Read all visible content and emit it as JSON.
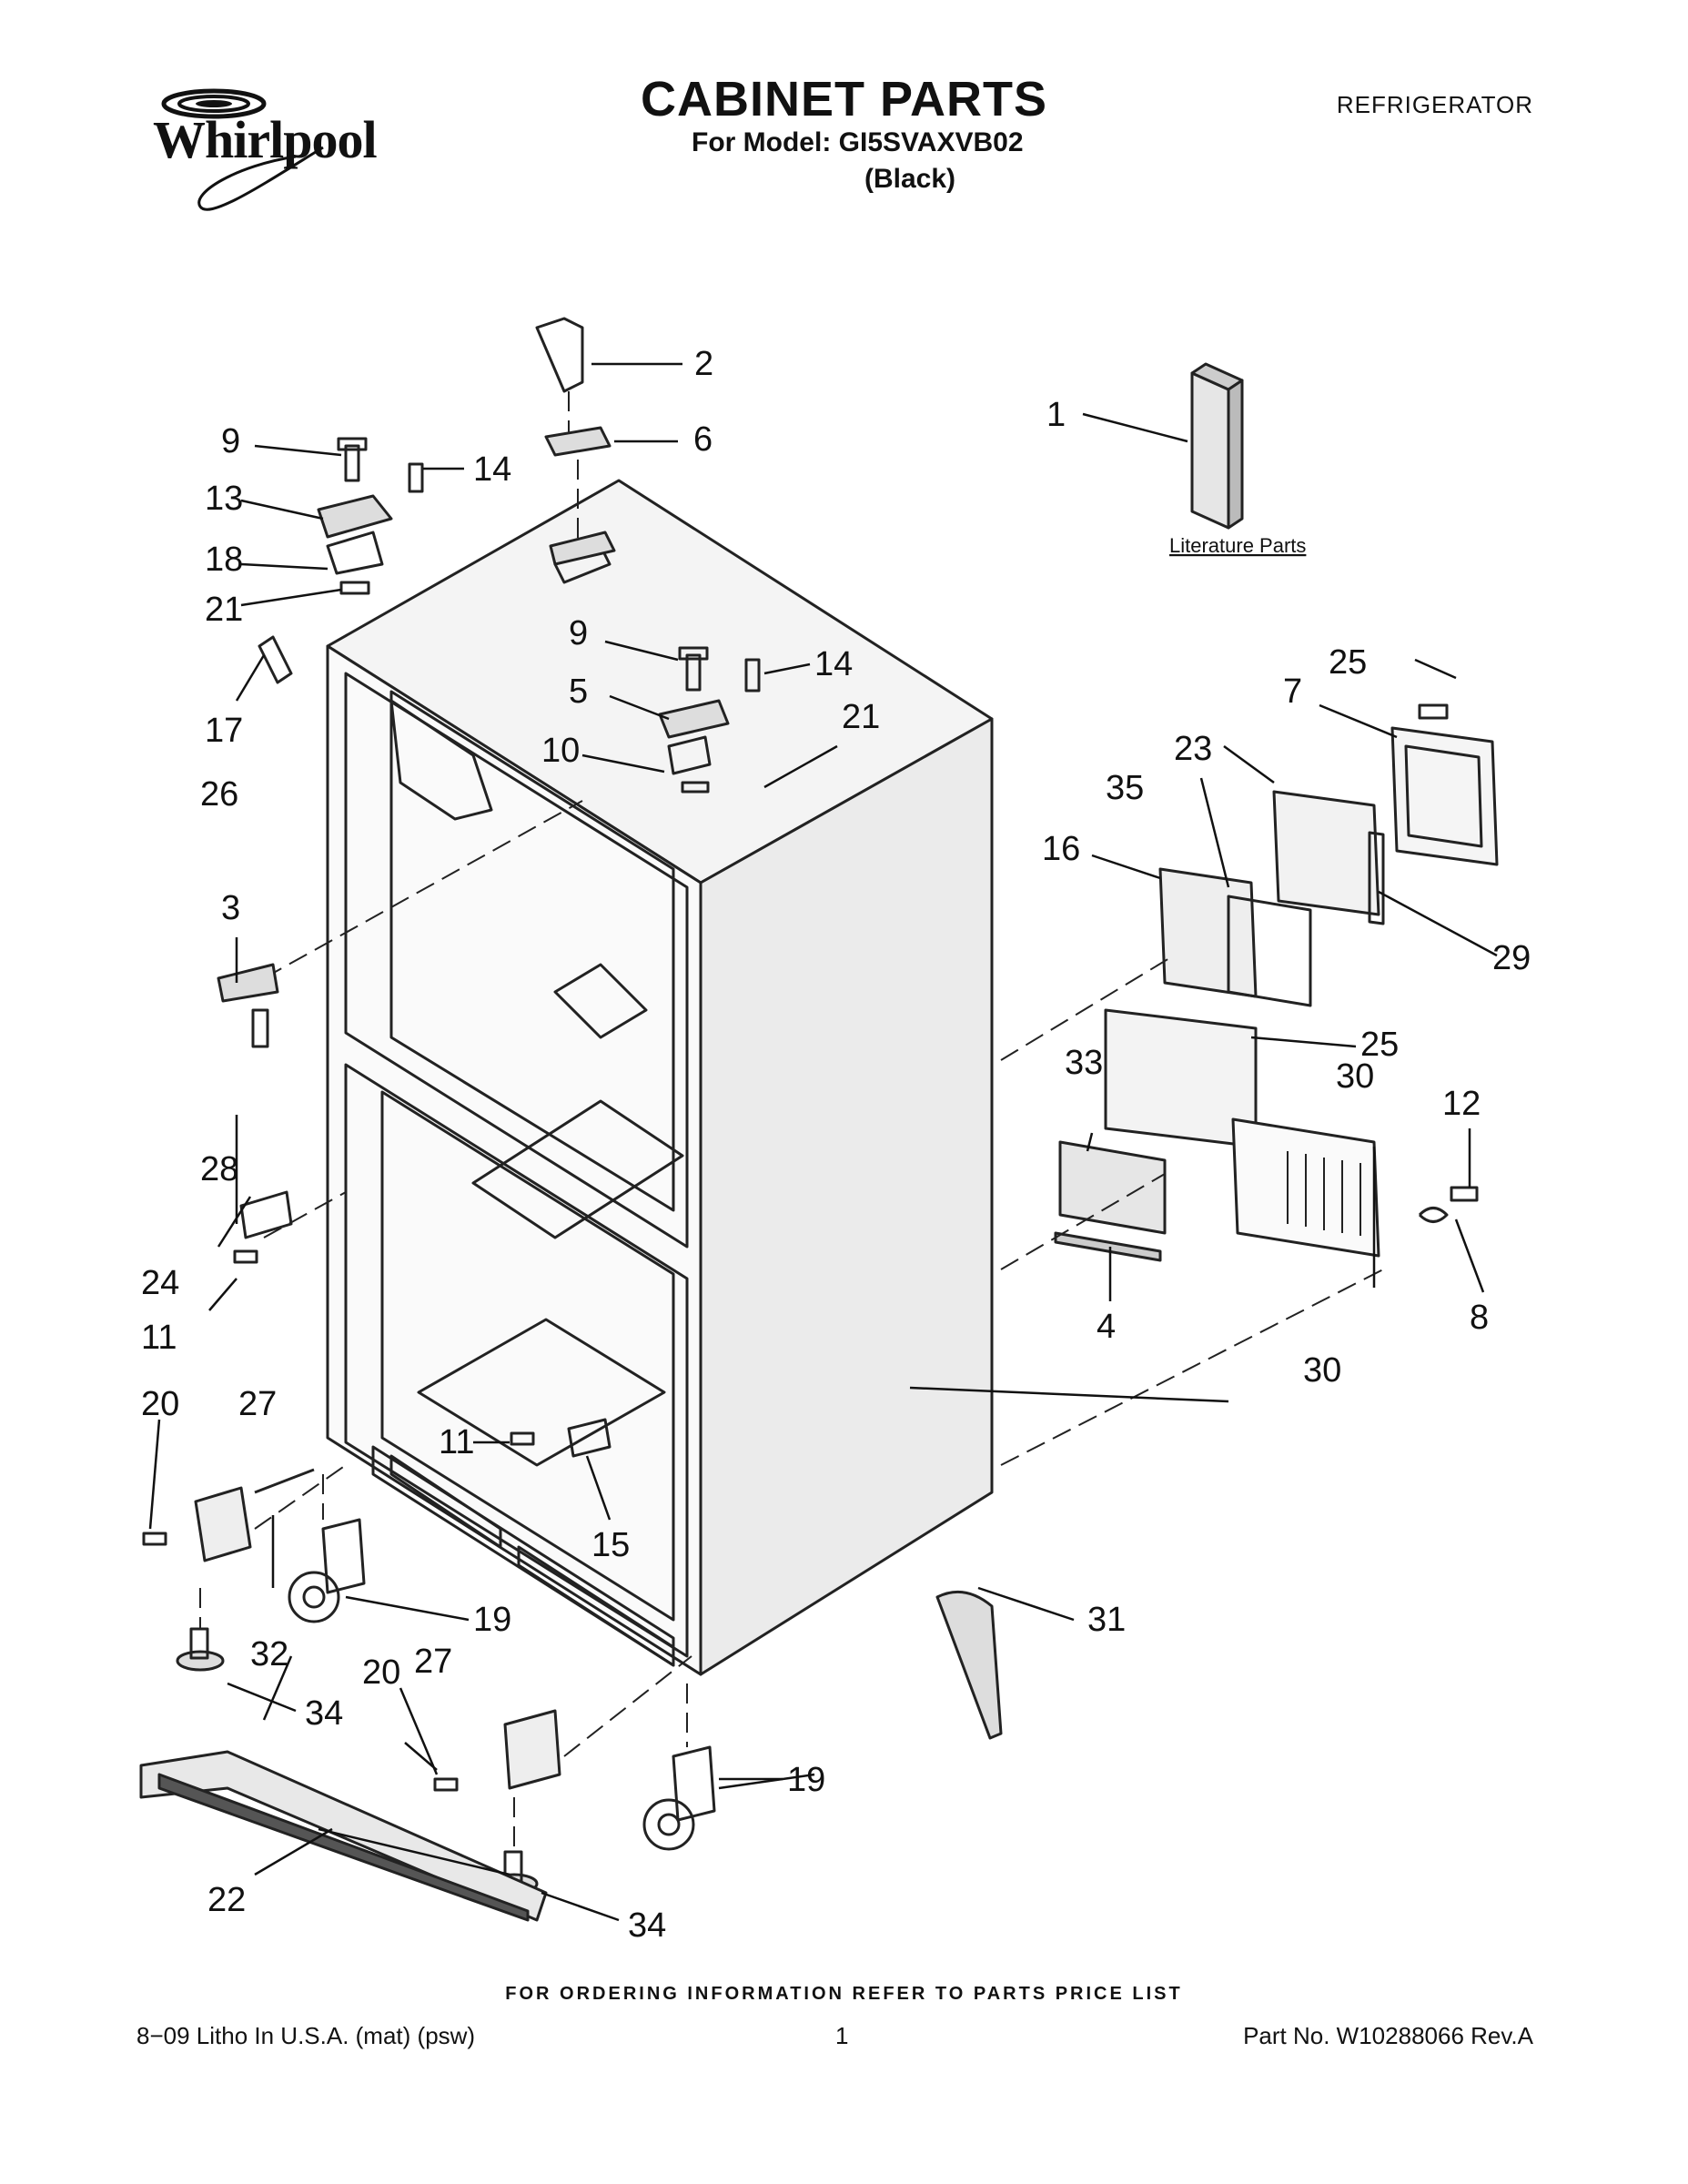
{
  "header": {
    "brand": "Whirlpool",
    "title": "CABINET PARTS",
    "model_line": "For Model: GI5SVAXVB02",
    "color_line": "(Black)",
    "category": "REFRIGERATOR"
  },
  "literature_label": "Literature Parts",
  "callouts": {
    "c1": "1",
    "c2": "2",
    "c3": "3",
    "c4": "4",
    "c5": "5",
    "c6": "6",
    "c7": "7",
    "c8": "8",
    "c9a": "9",
    "c9b": "9",
    "c10": "10",
    "c11a": "11",
    "c11b": "11",
    "c12": "12",
    "c13": "13",
    "c14a": "14",
    "c14b": "14",
    "c15": "15",
    "c16": "16",
    "c17": "17",
    "c18": "18",
    "c19a": "19",
    "c19b": "19",
    "c20a": "20",
    "c20b": "20",
    "c21a": "21",
    "c21b": "21",
    "c22": "22",
    "c23": "23",
    "c24": "24",
    "c25a": "25",
    "c25b": "25",
    "c26": "26",
    "c27a": "27",
    "c27b": "27",
    "c28": "28",
    "c29": "29",
    "c30a": "30",
    "c30b": "30",
    "c31": "31",
    "c32": "32",
    "c33": "33",
    "c34a": "34",
    "c34b": "34",
    "c35": "35"
  },
  "footer": {
    "ordering_note": "FOR ORDERING INFORMATION REFER TO PARTS PRICE LIST",
    "litho": "8−09 Litho In U.S.A. (mat) (psw)",
    "page_number": "1",
    "part_number": "Part No. W10288066 Rev.A"
  }
}
